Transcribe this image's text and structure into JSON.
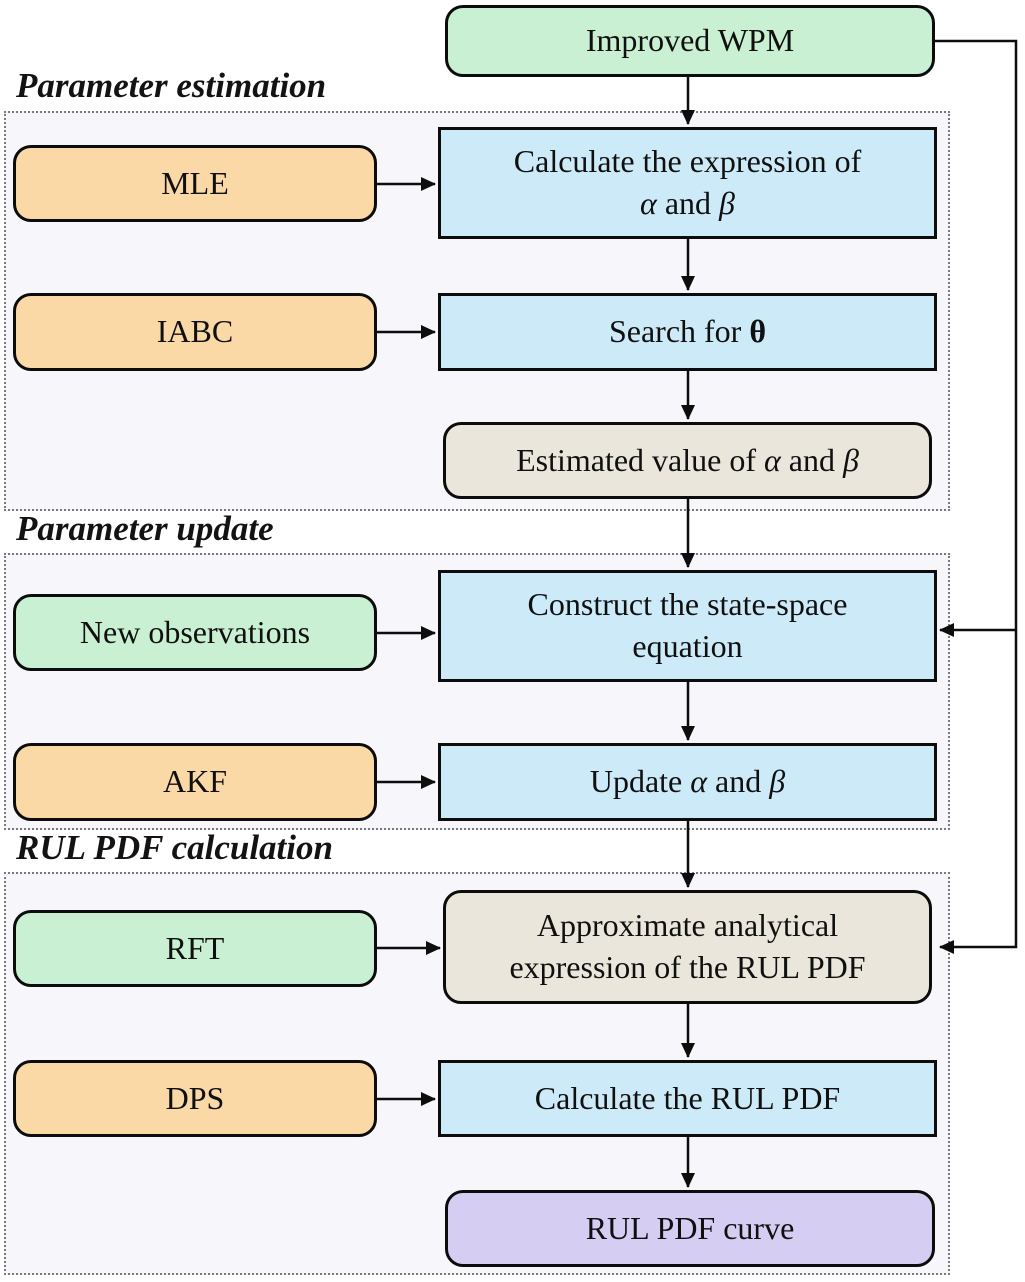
{
  "diagram": {
    "sections": [
      {
        "title": "Parameter estimation"
      },
      {
        "title": "Parameter update"
      },
      {
        "title": "RUL PDF calculation"
      }
    ],
    "nodes": {
      "improved_wpm": {
        "parts": [
          {
            "t": "Improved WPM"
          }
        ]
      },
      "mle": {
        "parts": [
          {
            "t": "MLE"
          }
        ]
      },
      "calc_expr": {
        "parts": [
          {
            "t": "Calculate the expression of"
          },
          {
            "br": true
          },
          {
            "t": "α",
            "i": true
          },
          {
            "t": " and "
          },
          {
            "t": "β",
            "i": true
          }
        ]
      },
      "iabc": {
        "parts": [
          {
            "t": "IABC"
          }
        ]
      },
      "search_theta": {
        "parts": [
          {
            "t": "Search for "
          },
          {
            "t": "θ",
            "b": true
          }
        ]
      },
      "est_value": {
        "parts": [
          {
            "t": "Estimated value of "
          },
          {
            "t": "α",
            "i": true
          },
          {
            "t": " and "
          },
          {
            "t": "β",
            "i": true
          }
        ]
      },
      "new_obs": {
        "parts": [
          {
            "t": "New observations"
          }
        ]
      },
      "construct": {
        "parts": [
          {
            "t": "Construct the state-space"
          },
          {
            "br": true
          },
          {
            "t": "equation"
          }
        ]
      },
      "akf": {
        "parts": [
          {
            "t": "AKF"
          }
        ]
      },
      "update_ab": {
        "parts": [
          {
            "t": "Update "
          },
          {
            "t": "α",
            "i": true
          },
          {
            "t": " and "
          },
          {
            "t": "β",
            "i": true
          }
        ]
      },
      "rft": {
        "parts": [
          {
            "t": "RFT"
          }
        ]
      },
      "approx": {
        "parts": [
          {
            "t": "Approximate analytical"
          },
          {
            "br": true
          },
          {
            "t": "expression of the RUL PDF"
          }
        ]
      },
      "dps": {
        "parts": [
          {
            "t": "DPS"
          }
        ]
      },
      "calc_rul": {
        "parts": [
          {
            "t": "Calculate the RUL PDF"
          }
        ]
      },
      "rul_curve": {
        "parts": [
          {
            "t": "RUL PDF curve"
          }
        ]
      }
    },
    "colors": {
      "green": "#c9f0d3",
      "orange": "#fbd9a7",
      "blue": "#cdeaf8",
      "beige": "#eae6db",
      "purple": "#d5cdf2",
      "section_bg": "#f7f7fb",
      "line": "#0d0d0d"
    }
  }
}
